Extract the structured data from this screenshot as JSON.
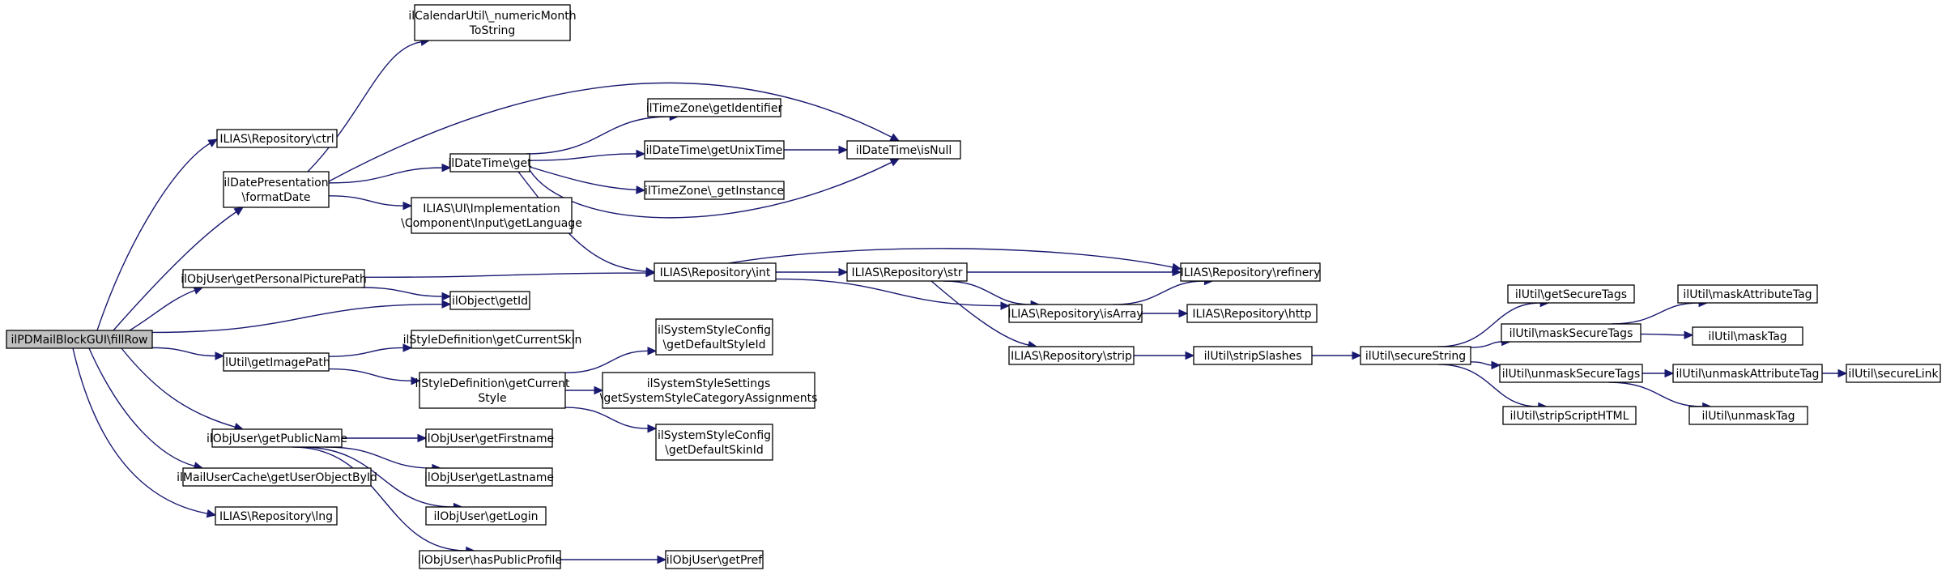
{
  "nodes": [
    {
      "id": "root",
      "lines": [
        "ilPDMailBlockGUI\\fillRow"
      ],
      "root": true
    },
    {
      "id": "cal",
      "lines": [
        "ilCalendarUtil\\_numericMonth",
        "ToString"
      ]
    },
    {
      "id": "repoCtrl",
      "lines": [
        "ILIAS\\Repository\\ctrl"
      ]
    },
    {
      "id": "datePres",
      "lines": [
        "ilDatePresentation",
        "\\formatDate"
      ]
    },
    {
      "id": "dtGet",
      "lines": [
        "ilDateTime\\get"
      ]
    },
    {
      "id": "tzId",
      "lines": [
        "ilTimeZone\\getIdentifier"
      ]
    },
    {
      "id": "dtUnix",
      "lines": [
        "ilDateTime\\getUnixTime"
      ]
    },
    {
      "id": "dtNull",
      "lines": [
        "ilDateTime\\isNull"
      ]
    },
    {
      "id": "tzInst",
      "lines": [
        "ilTimeZone\\_getInstance"
      ]
    },
    {
      "id": "uiLang",
      "lines": [
        "ILIAS\\UI\\Implementation",
        "\\Component\\Input\\getLanguage"
      ]
    },
    {
      "id": "ouPic",
      "lines": [
        "ilObjUser\\getPersonalPicturePath"
      ]
    },
    {
      "id": "repoInt",
      "lines": [
        "ILIAS\\Repository\\int"
      ]
    },
    {
      "id": "repoStr",
      "lines": [
        "ILIAS\\Repository\\str"
      ]
    },
    {
      "id": "repoRef",
      "lines": [
        "ILIAS\\Repository\\refinery"
      ]
    },
    {
      "id": "objId",
      "lines": [
        "ilObject\\getId"
      ]
    },
    {
      "id": "repoArr",
      "lines": [
        "ILIAS\\Repository\\isArray"
      ]
    },
    {
      "id": "repoHttp",
      "lines": [
        "ILIAS\\Repository\\http"
      ]
    },
    {
      "id": "repoStrip",
      "lines": [
        "ILIAS\\Repository\\strip"
      ]
    },
    {
      "id": "stripSl",
      "lines": [
        "ilUtil\\stripSlashes"
      ]
    },
    {
      "id": "secStr",
      "lines": [
        "ilUtil\\secureString"
      ]
    },
    {
      "id": "getSec",
      "lines": [
        "ilUtil\\getSecureTags"
      ]
    },
    {
      "id": "maskSec",
      "lines": [
        "ilUtil\\maskSecureTags"
      ]
    },
    {
      "id": "maskAttr",
      "lines": [
        "ilUtil\\maskAttributeTag"
      ]
    },
    {
      "id": "maskTag",
      "lines": [
        "ilUtil\\maskTag"
      ]
    },
    {
      "id": "unmaskSec",
      "lines": [
        "ilUtil\\unmaskSecureTags"
      ]
    },
    {
      "id": "unmaskAttr",
      "lines": [
        "ilUtil\\unmaskAttributeTag"
      ]
    },
    {
      "id": "secLink",
      "lines": [
        "ilUtil\\secureLink"
      ]
    },
    {
      "id": "unmaskTag",
      "lines": [
        "ilUtil\\unmaskTag"
      ]
    },
    {
      "id": "stripScript",
      "lines": [
        "ilUtil\\stripScriptHTML"
      ]
    },
    {
      "id": "imgPath",
      "lines": [
        "ilUtil\\getImagePath"
      ]
    },
    {
      "id": "curSkin",
      "lines": [
        "ilStyleDefinition\\getCurrentSkin"
      ]
    },
    {
      "id": "curStyle",
      "lines": [
        "ilStyleDefinition\\getCurrent",
        "Style"
      ]
    },
    {
      "id": "defStyle",
      "lines": [
        "ilSystemStyleConfig",
        "\\getDefaultStyleId"
      ]
    },
    {
      "id": "catAssign",
      "lines": [
        "ilSystemStyleSettings",
        "\\getSystemStyleCategoryAssignments"
      ]
    },
    {
      "id": "defSkin",
      "lines": [
        "ilSystemStyleConfig",
        "\\getDefaultSkinId"
      ]
    },
    {
      "id": "pubName",
      "lines": [
        "ilObjUser\\getPublicName"
      ]
    },
    {
      "id": "first",
      "lines": [
        "ilObjUser\\getFirstname"
      ]
    },
    {
      "id": "last",
      "lines": [
        "ilObjUser\\getLastname"
      ]
    },
    {
      "id": "login",
      "lines": [
        "ilObjUser\\getLogin"
      ]
    },
    {
      "id": "hasPub",
      "lines": [
        "ilObjUser\\hasPublicProfile"
      ]
    },
    {
      "id": "pref",
      "lines": [
        "ilObjUser\\getPref"
      ]
    },
    {
      "id": "mailCache",
      "lines": [
        "ilMailUserCache\\getUserObjectById"
      ]
    },
    {
      "id": "lng",
      "lines": [
        "ILIAS\\Repository\\lng"
      ]
    }
  ],
  "edges": [
    [
      "root",
      "repoCtrl"
    ],
    [
      "root",
      "datePres"
    ],
    [
      "root",
      "ouPic"
    ],
    [
      "root",
      "objId"
    ],
    [
      "root",
      "imgPath"
    ],
    [
      "root",
      "pubName"
    ],
    [
      "root",
      "mailCache"
    ],
    [
      "root",
      "lng"
    ],
    [
      "datePres",
      "cal"
    ],
    [
      "datePres",
      "dtNull"
    ],
    [
      "datePres",
      "dtGet"
    ],
    [
      "datePres",
      "uiLang"
    ],
    [
      "dtGet",
      "tzId"
    ],
    [
      "dtGet",
      "dtUnix"
    ],
    [
      "dtGet",
      "tzInst"
    ],
    [
      "dtGet",
      "dtNull"
    ],
    [
      "dtGet",
      "repoInt"
    ],
    [
      "dtUnix",
      "dtNull"
    ],
    [
      "ouPic",
      "repoInt"
    ],
    [
      "ouPic",
      "objId"
    ],
    [
      "repoInt",
      "repoRef"
    ],
    [
      "repoInt",
      "repoStr"
    ],
    [
      "repoInt",
      "repoArr"
    ],
    [
      "repoStr",
      "repoRef"
    ],
    [
      "repoStr",
      "repoArr"
    ],
    [
      "repoStr",
      "repoStrip"
    ],
    [
      "repoArr",
      "repoRef"
    ],
    [
      "repoArr",
      "repoHttp"
    ],
    [
      "repoStrip",
      "stripSl"
    ],
    [
      "stripSl",
      "secStr"
    ],
    [
      "secStr",
      "getSec"
    ],
    [
      "secStr",
      "maskSec"
    ],
    [
      "secStr",
      "unmaskSec"
    ],
    [
      "secStr",
      "stripScript"
    ],
    [
      "maskSec",
      "maskAttr"
    ],
    [
      "maskSec",
      "maskTag"
    ],
    [
      "unmaskSec",
      "unmaskAttr"
    ],
    [
      "unmaskSec",
      "unmaskTag"
    ],
    [
      "unmaskAttr",
      "secLink"
    ],
    [
      "imgPath",
      "curSkin"
    ],
    [
      "imgPath",
      "curStyle"
    ],
    [
      "curStyle",
      "defStyle"
    ],
    [
      "curStyle",
      "catAssign"
    ],
    [
      "curStyle",
      "defSkin"
    ],
    [
      "pubName",
      "first"
    ],
    [
      "pubName",
      "last"
    ],
    [
      "pubName",
      "login"
    ],
    [
      "pubName",
      "hasPub"
    ],
    [
      "hasPub",
      "pref"
    ]
  ],
  "colors": {
    "edge": "#191970",
    "root_fill": "#bfbfbf",
    "node_fill": "#ffffff",
    "border": "#000000"
  }
}
